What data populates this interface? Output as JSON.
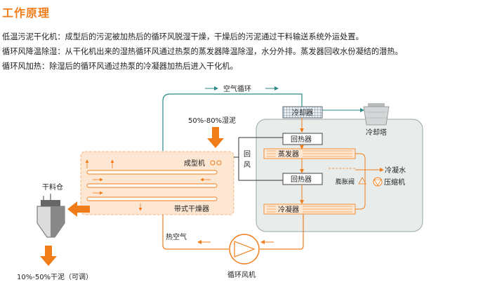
{
  "title": "工作原理",
  "descriptions": [
    "低温污泥干化机：成型后的污泥被加热后的循环风脱湿干燥，干燥后的污泥通过干料输送系统外运处置。",
    "循环风降温除湿：从干化机出来的湿热循环风通过热泵的蒸发器降温除湿，水分外排。蒸发器回收水份凝结的潜热。",
    "循环风加热：除湿后的循环风通过热泵的冷凝器加热后进入干化机。"
  ],
  "diagram": {
    "air_cycle": "空气循环",
    "wet_sludge": "50%-80%湿泥",
    "forming_machine": "成型机",
    "belt_dryer": "带式干燥器",
    "dry_bin": "干料仓",
    "dry_sludge": "10%-50%干泥（可调）",
    "hot_air": "热空气",
    "fan": "循环风机",
    "return_air": "回风",
    "cooler": "冷却器",
    "cooling_tower": "冷却塔",
    "reheater_top": "回热器",
    "evaporator": "蒸发器",
    "reheater_bottom": "回热器",
    "expansion_valve": "膨胀阀",
    "condensate": "冷凝水",
    "compressor": "压缩机",
    "condenser": "冷凝器"
  },
  "colors": {
    "accent": "#f07d1a",
    "dryer_fill": "#fde6d2",
    "heatpump_fill": "#e8eceb",
    "line": "#5a5a5a"
  }
}
